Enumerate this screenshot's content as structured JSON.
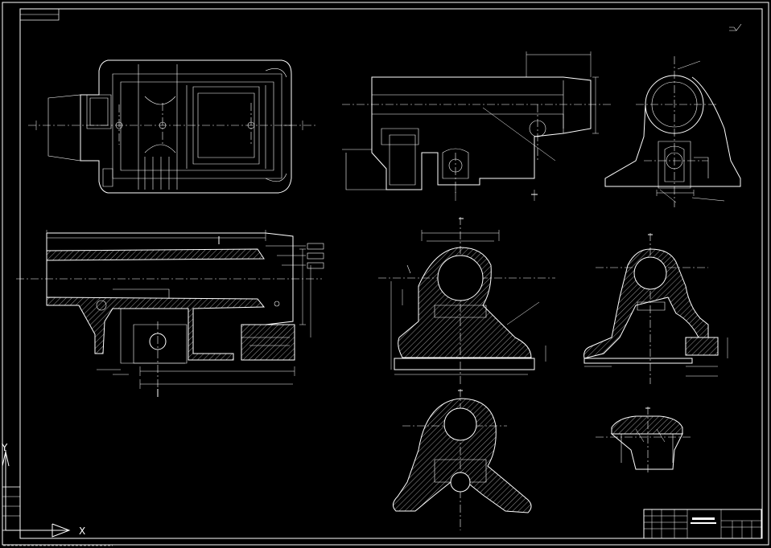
{
  "drawing": {
    "type": "cad-mechanical-drawing",
    "background_color": "#000000",
    "line_color": "#ffffff"
  },
  "ucs": {
    "x_label": "X",
    "y_label": "Y"
  },
  "title_block": {
    "present": true
  }
}
